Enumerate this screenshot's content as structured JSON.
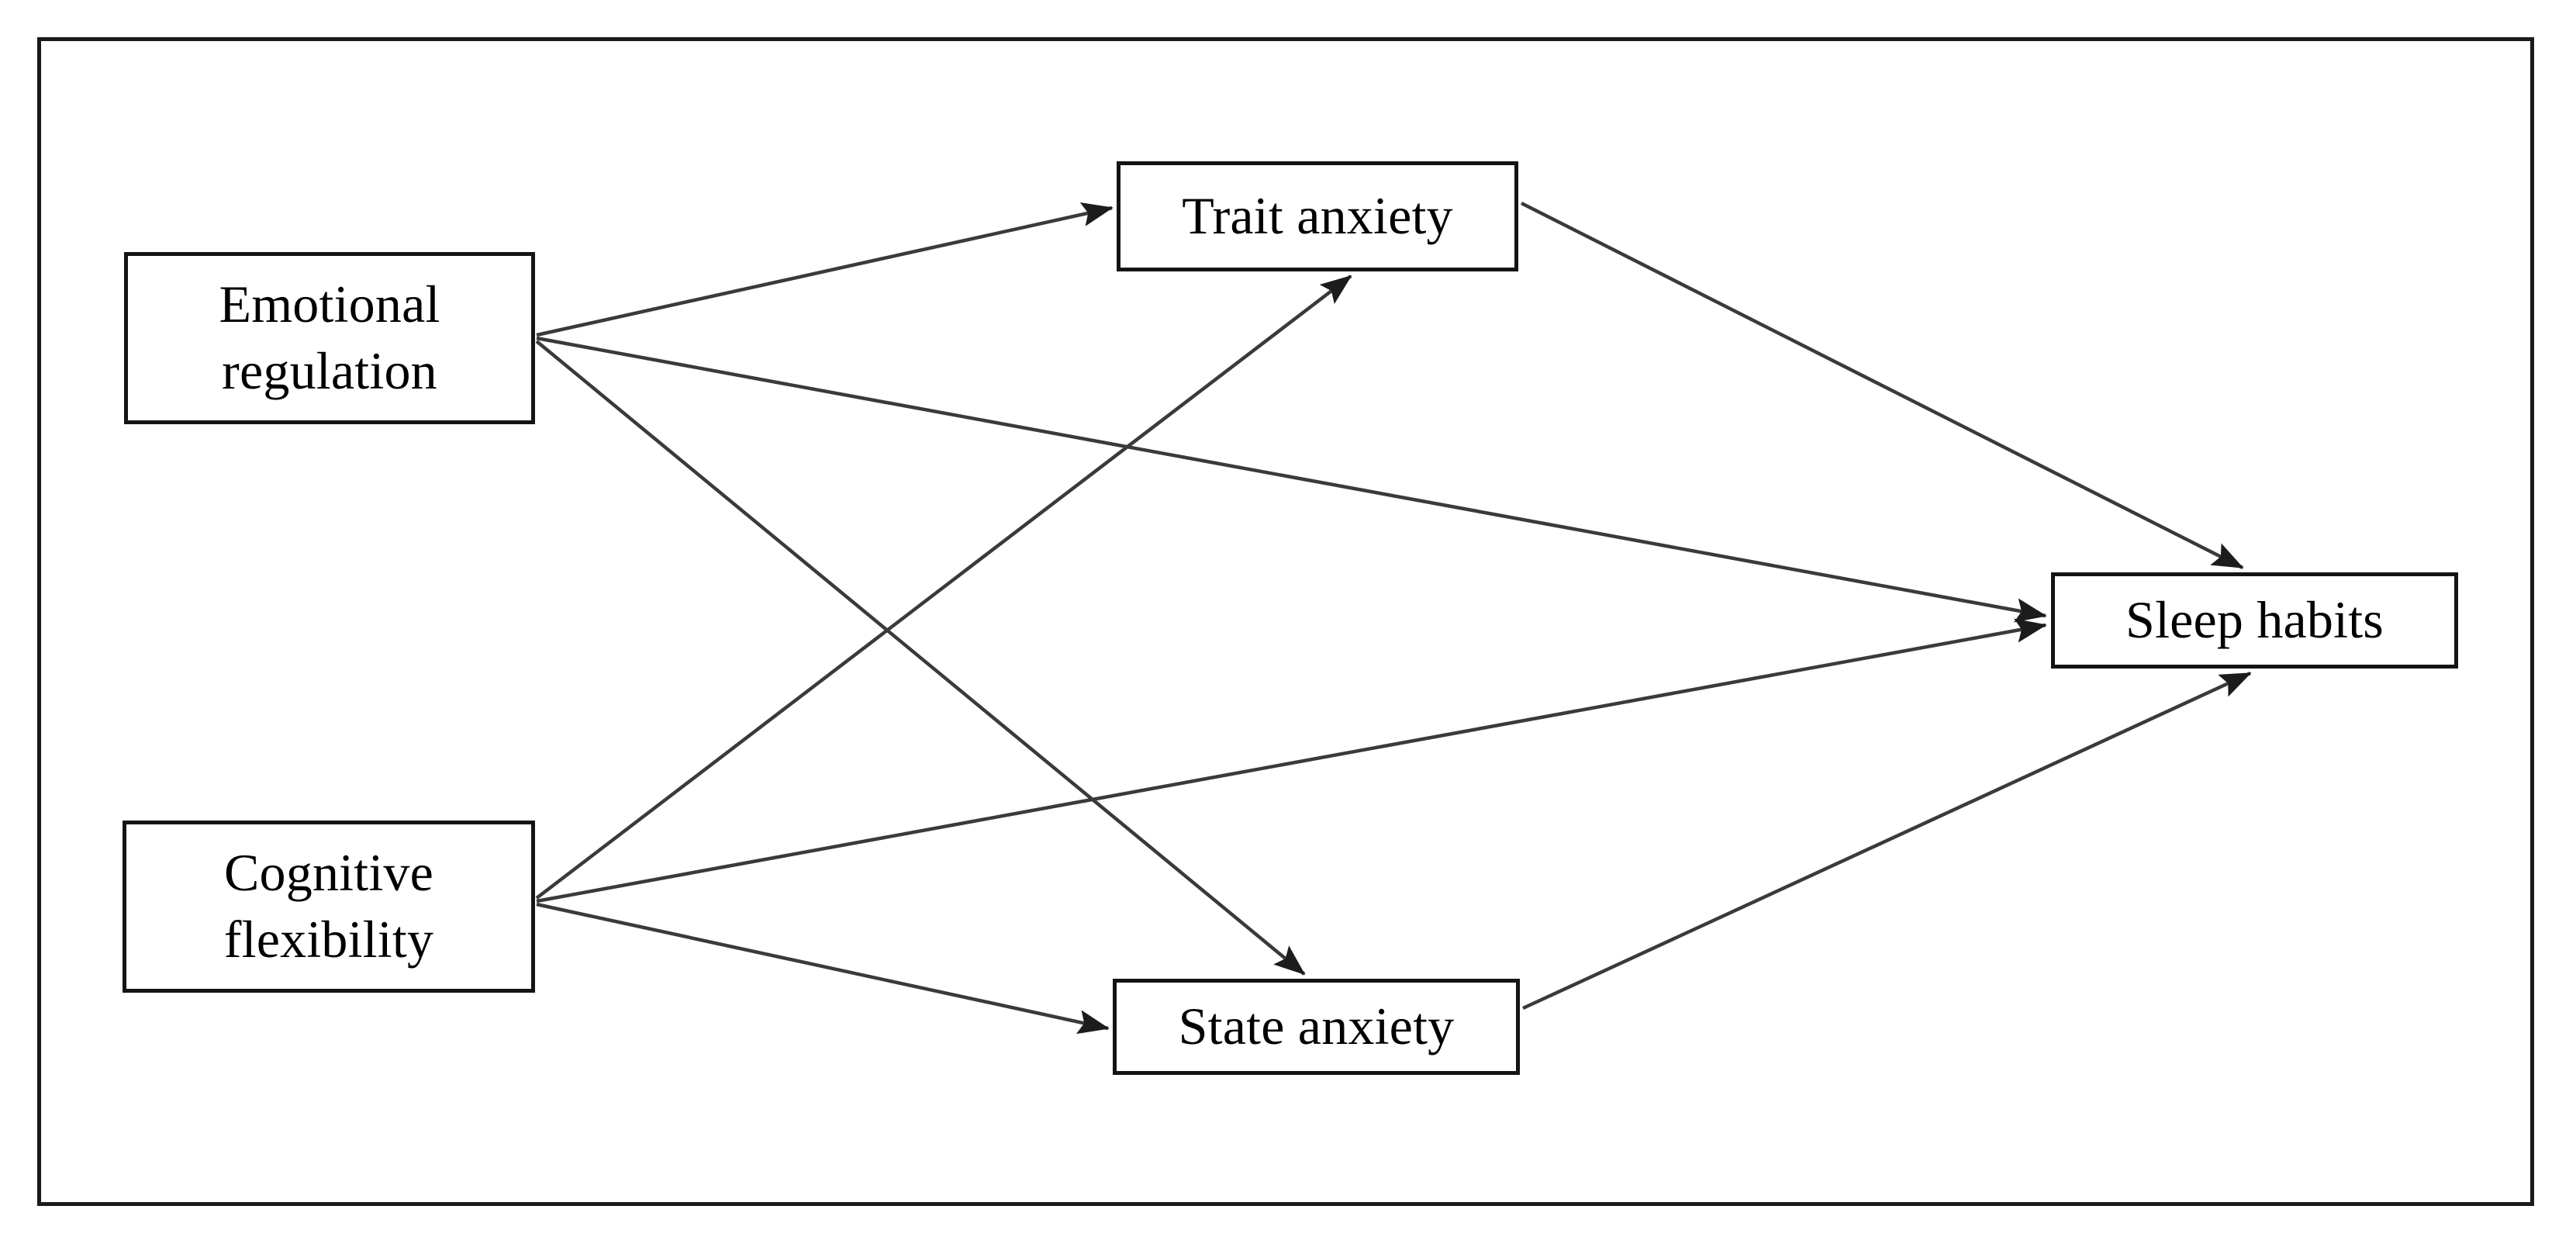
{
  "figure": {
    "type": "path-diagram",
    "border_color": "#1a1a1a",
    "node_border_color": "#141414",
    "edge_color": "#3a3a3a",
    "background": "#ffffff"
  },
  "nodes": [
    {
      "id": "emotional-regulation",
      "label": "Emotional\nregulation",
      "role": "predictor"
    },
    {
      "id": "cognitive-flexibility",
      "label": "Cognitive\nflexibility",
      "role": "predictor"
    },
    {
      "id": "trait-anxiety",
      "label": "Trait anxiety",
      "role": "mediator"
    },
    {
      "id": "state-anxiety",
      "label": "State anxiety",
      "role": "mediator"
    },
    {
      "id": "sleep-habits",
      "label": "Sleep habits",
      "role": "outcome"
    }
  ],
  "edges": [
    {
      "from": "emotional-regulation",
      "to": "trait-anxiety",
      "arrow": "single"
    },
    {
      "from": "emotional-regulation",
      "to": "sleep-habits",
      "arrow": "single"
    },
    {
      "from": "emotional-regulation",
      "to": "state-anxiety",
      "arrow": "single"
    },
    {
      "from": "cognitive-flexibility",
      "to": "trait-anxiety",
      "arrow": "single"
    },
    {
      "from": "cognitive-flexibility",
      "to": "sleep-habits",
      "arrow": "single"
    },
    {
      "from": "cognitive-flexibility",
      "to": "state-anxiety",
      "arrow": "single"
    },
    {
      "from": "trait-anxiety",
      "to": "sleep-habits",
      "arrow": "single"
    },
    {
      "from": "state-anxiety",
      "to": "sleep-habits",
      "arrow": "single"
    }
  ],
  "chart_data": {
    "type": "diagram",
    "title": "",
    "nodes": [
      "Emotional regulation",
      "Cognitive flexibility",
      "Trait anxiety",
      "State anxiety",
      "Sleep habits"
    ],
    "links": [
      [
        "Emotional regulation",
        "Trait anxiety"
      ],
      [
        "Emotional regulation",
        "Sleep habits"
      ],
      [
        "Emotional regulation",
        "State anxiety"
      ],
      [
        "Cognitive flexibility",
        "Trait anxiety"
      ],
      [
        "Cognitive flexibility",
        "Sleep habits"
      ],
      [
        "Cognitive flexibility",
        "State anxiety"
      ],
      [
        "Trait anxiety",
        "Sleep habits"
      ],
      [
        "State anxiety",
        "Sleep habits"
      ]
    ]
  }
}
